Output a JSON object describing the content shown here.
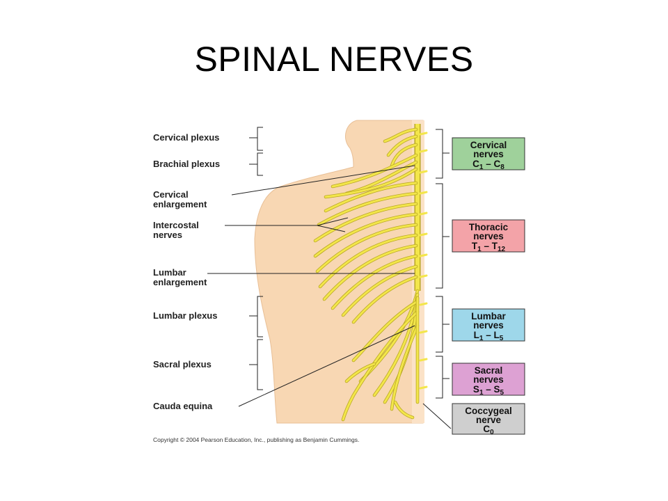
{
  "title": "SPINAL NERVES",
  "left_labels": {
    "cervical_plexus": "Cervical plexus",
    "brachial_plexus": "Brachial plexus",
    "cervical_enlargement_1": "Cervical",
    "cervical_enlargement_2": "enlargement",
    "intercostal_1": "Intercostal",
    "intercostal_2": "nerves",
    "lumbar_enlargement_1": "Lumbar",
    "lumbar_enlargement_2": "enlargement",
    "lumbar_plexus": "Lumbar plexus",
    "sacral_plexus": "Sacral plexus",
    "cauda_equina": "Cauda equina"
  },
  "boxes": {
    "cervical": {
      "line1": "Cervical",
      "line2": "nerves",
      "line3": "C",
      "sub_a": "1",
      "dash": " – C",
      "sub_b": "8",
      "color": "#9fd19b"
    },
    "thoracic": {
      "line1": "Thoracic",
      "line2": "nerves",
      "line3": "T",
      "sub_a": "1",
      "dash": " – T",
      "sub_b": "12",
      "color": "#f3a3a8"
    },
    "lumbar": {
      "line1": "Lumbar",
      "line2": "nerves",
      "line3": "L",
      "sub_a": "1",
      "dash": " – L",
      "sub_b": "5",
      "color": "#9ed7ea"
    },
    "sacral": {
      "line1": "Sacral",
      "line2": "nerves",
      "line3": "S",
      "sub_a": "1",
      "dash": " – S",
      "sub_b": "5",
      "color": "#dda1d3"
    },
    "coccygeal": {
      "line1": "Coccygeal",
      "line2": "nerve",
      "line3": "C",
      "sub_a": "0",
      "color": "#cfcfcf"
    }
  },
  "copyright": "Copyright © 2004 Pearson Education, Inc., publishing as Benjamin Cummings.",
  "colors": {
    "skin": "#f8d7b3",
    "nerve": "#f3e64b",
    "nerve_edge": "#b8a722"
  }
}
